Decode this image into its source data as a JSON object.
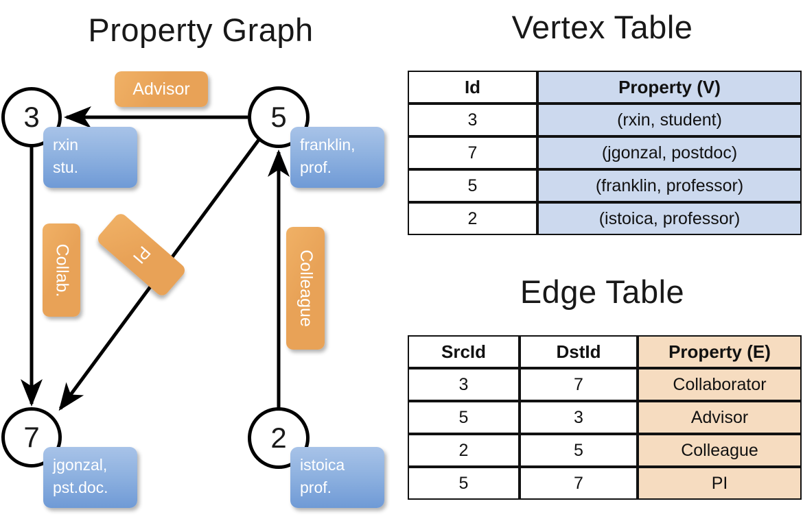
{
  "titles": {
    "property_graph": "Property Graph",
    "vertex_table": "Vertex Table",
    "edge_table": "Edge Table"
  },
  "graph": {
    "nodes": [
      {
        "id": "3",
        "property_lines": [
          "rxin",
          "stu."
        ]
      },
      {
        "id": "5",
        "property_lines": [
          "franklin,",
          "prof."
        ]
      },
      {
        "id": "7",
        "property_lines": [
          "jgonzal,",
          "pst.doc."
        ]
      },
      {
        "id": "2",
        "property_lines": [
          "istoica",
          "prof."
        ]
      }
    ],
    "edge_labels": [
      {
        "name": "advisor",
        "text": "Advisor"
      },
      {
        "name": "collab",
        "text": "Collab."
      },
      {
        "name": "pi",
        "text": "PI"
      },
      {
        "name": "colleague",
        "text": "Colleague"
      }
    ],
    "edges": [
      {
        "from": "5",
        "to": "3",
        "label": "Advisor"
      },
      {
        "from": "3",
        "to": "7",
        "label": "Collab."
      },
      {
        "from": "5",
        "to": "7",
        "label": "PI"
      },
      {
        "from": "2",
        "to": "5",
        "label": "Colleague"
      }
    ]
  },
  "vertex_table": {
    "headers": [
      "Id",
      "Property (V)"
    ],
    "rows": [
      [
        "3",
        "(rxin, student)"
      ],
      [
        "7",
        "(jgonzal, postdoc)"
      ],
      [
        "5",
        "(franklin, professor)"
      ],
      [
        "2",
        "(istoica, professor)"
      ]
    ]
  },
  "edge_table": {
    "headers": [
      "SrcId",
      "DstId",
      "Property (E)"
    ],
    "rows": [
      [
        "3",
        "7",
        "Collaborator"
      ],
      [
        "5",
        "3",
        "Advisor"
      ],
      [
        "2",
        "5",
        "Colleague"
      ],
      [
        "5",
        "7",
        "PI"
      ]
    ]
  },
  "colors": {
    "vertex_property_fill": "#ccd9ee",
    "edge_property_fill": "#f6dcc0",
    "node_box_blue": "#8fb2e0",
    "edge_label_orange": "#e8a257",
    "line": "#000000",
    "background": "#ffffff"
  }
}
